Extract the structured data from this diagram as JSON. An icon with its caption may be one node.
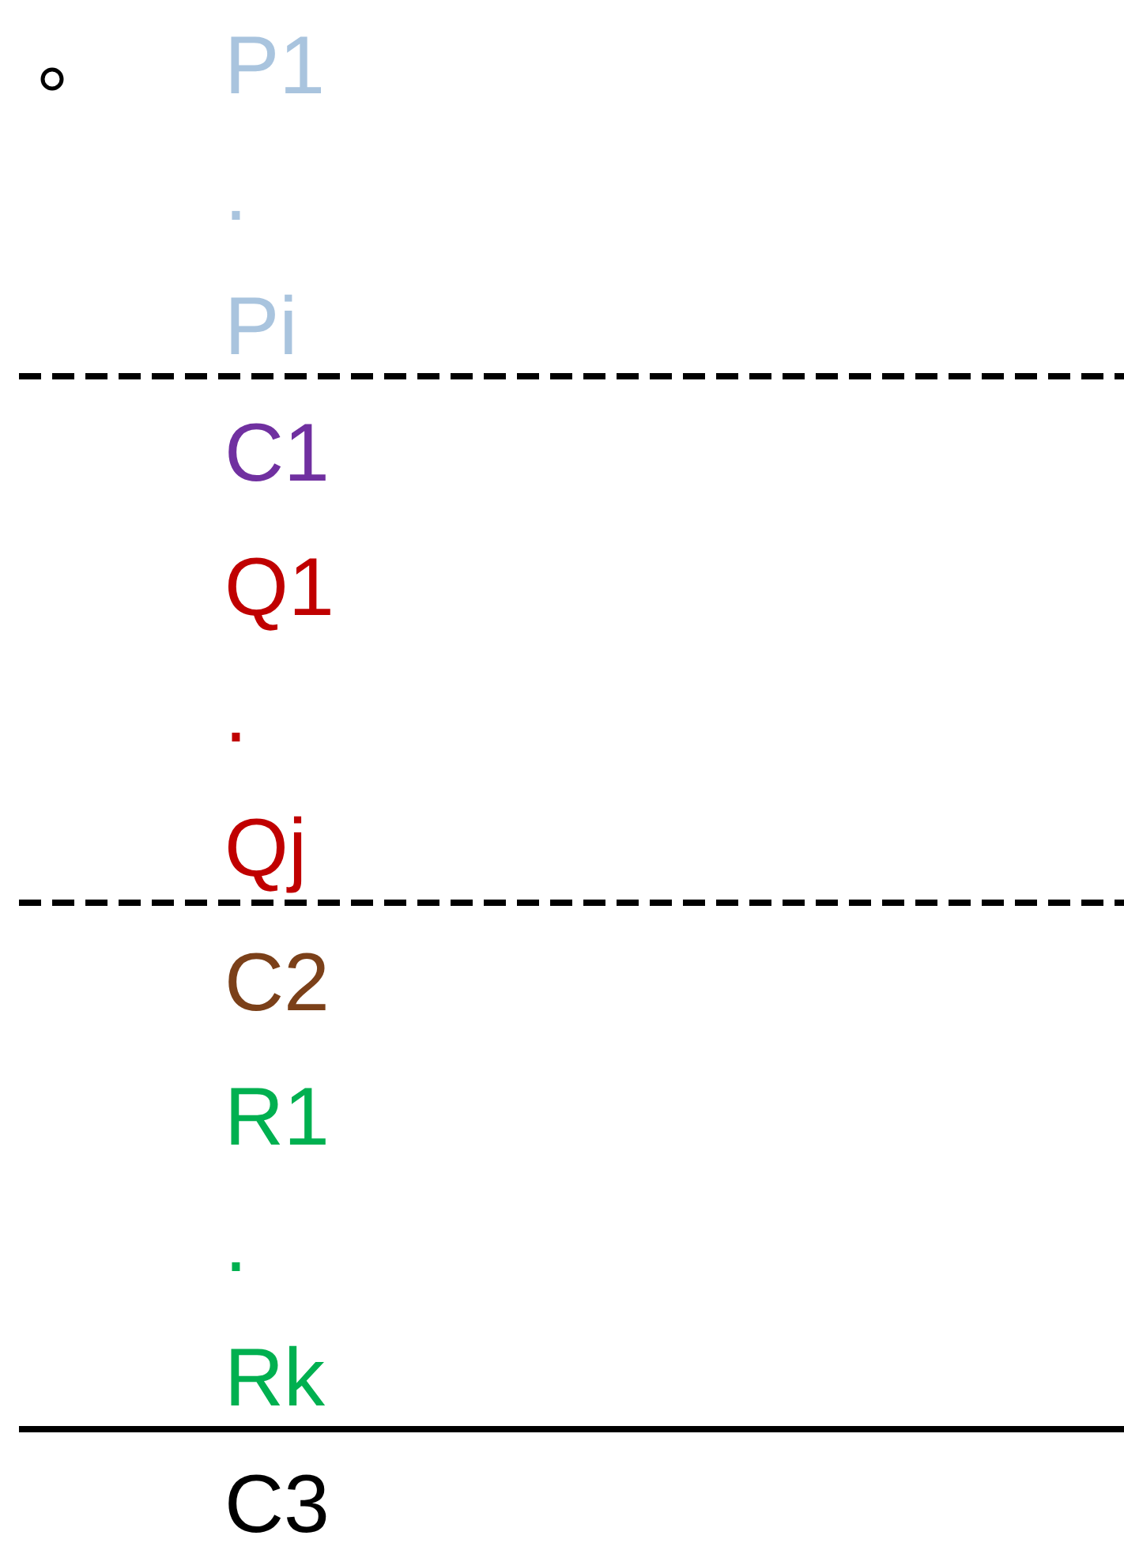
{
  "diagram": {
    "labels": [
      "P1",
      ".",
      "Pi",
      "C1",
      "Q1",
      ".",
      "Qj",
      "C2",
      "R1",
      ".",
      "Rk",
      "C3"
    ]
  }
}
